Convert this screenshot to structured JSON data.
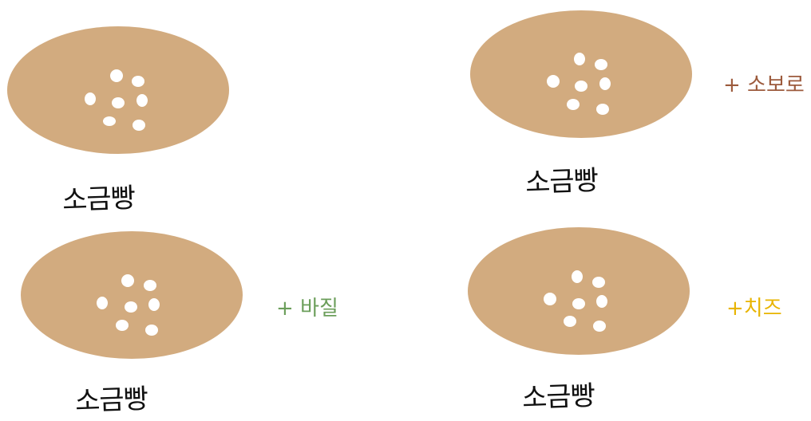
{
  "colors": {
    "bread": "#D2AB7F",
    "seed": "#FFFFFF",
    "label": "#111111"
  },
  "items": [
    {
      "label": "소금빵",
      "topping": ""
    },
    {
      "label": "소금빵",
      "topping": "+ 소보로",
      "topping_color": "#9C5A3C"
    },
    {
      "label": "소금빵",
      "topping": "+ 바질",
      "topping_color": "#6B9E5A"
    },
    {
      "label": "소금빵",
      "topping": "+치즈",
      "topping_color": "#E8B400"
    }
  ]
}
